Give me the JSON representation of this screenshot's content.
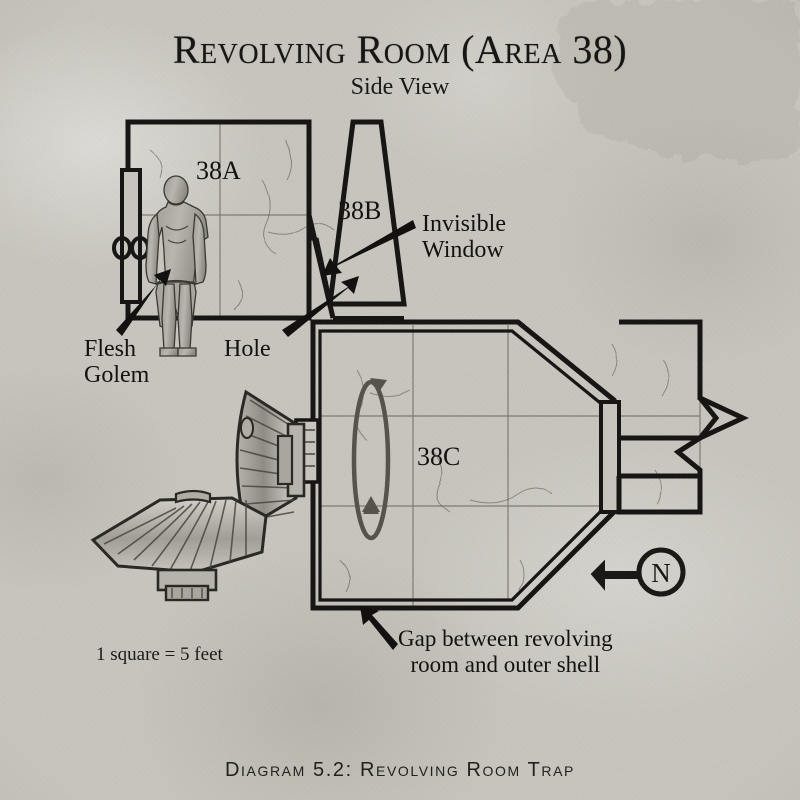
{
  "page": {
    "title": "Revolving Room (Area 38)",
    "subtitle": "Side View",
    "caption": "Diagram 5.2: Revolving Room Trap",
    "scale_note": "1 square = 5 feet",
    "paper_color": "#c9c7bf",
    "ink_color": "#171614",
    "grid_color": "#6d6a62"
  },
  "rooms": [
    {
      "id": "38A",
      "label": "38A",
      "description": "Upper chamber containing the flesh golem"
    },
    {
      "id": "38B",
      "label": "38B",
      "description": "Tapering shaft above the revolving room"
    },
    {
      "id": "38C",
      "label": "38C",
      "description": "Revolving room, octagonal side section"
    }
  ],
  "annotations": [
    {
      "id": "flesh-golem",
      "text": "Flesh\nGolem"
    },
    {
      "id": "hole",
      "text": "Hole"
    },
    {
      "id": "invisible-window",
      "text": "Invisible\nWindow"
    },
    {
      "id": "gap",
      "text": "Gap between revolving\nroom and outer shell"
    }
  ],
  "compass": {
    "letter": "N",
    "arrow_direction": "left"
  },
  "features": {
    "door_label": "door-in-38a-west-wall",
    "rotation_indicator": "vertical rotation arrow in 38C",
    "gears": "pair of meshed bevel gears driving the revolving room",
    "break_edge": "jagged page-break edge on the east corridor"
  }
}
